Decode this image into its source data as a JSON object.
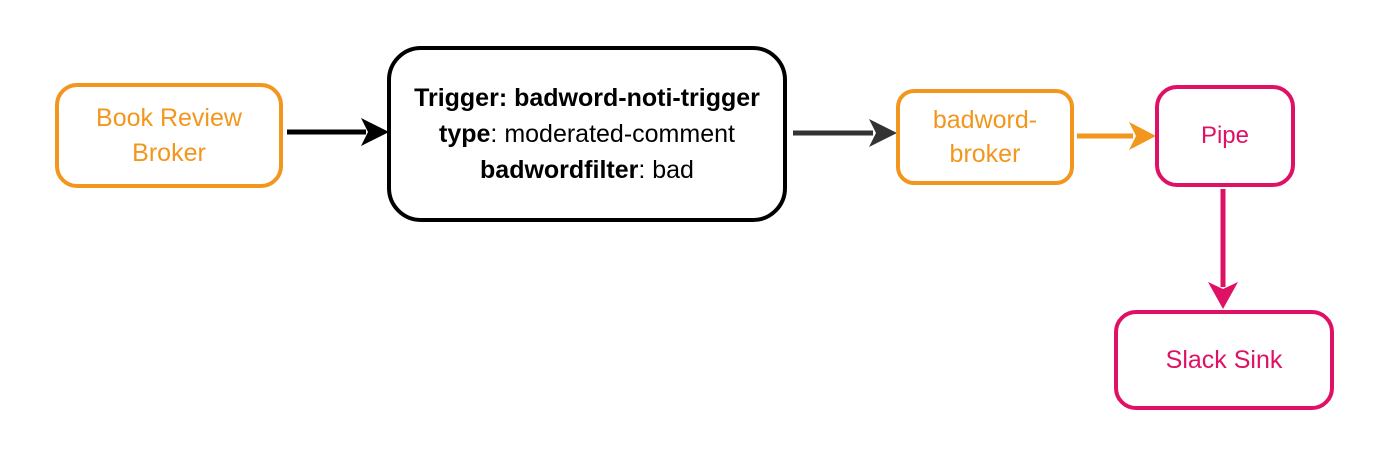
{
  "diagram": {
    "nodes": {
      "book_review_broker": {
        "label": "Book Review\nBroker"
      },
      "trigger": {
        "line1": "Trigger: badword-noti-trigger",
        "line2_key": "type",
        "line2_value": ": moderated-comment",
        "line3_key": "badwordfilter",
        "line3_value": ": bad"
      },
      "badword_broker": {
        "label": "badword-\nbroker"
      },
      "pipe": {
        "label": "Pipe"
      },
      "slack_sink": {
        "label": "Slack Sink"
      }
    },
    "colors": {
      "orange": "#F3961E",
      "pink": "#DF1165",
      "black": "#000000",
      "dark_gray": "#333333",
      "background": "#FFFFFF"
    }
  }
}
